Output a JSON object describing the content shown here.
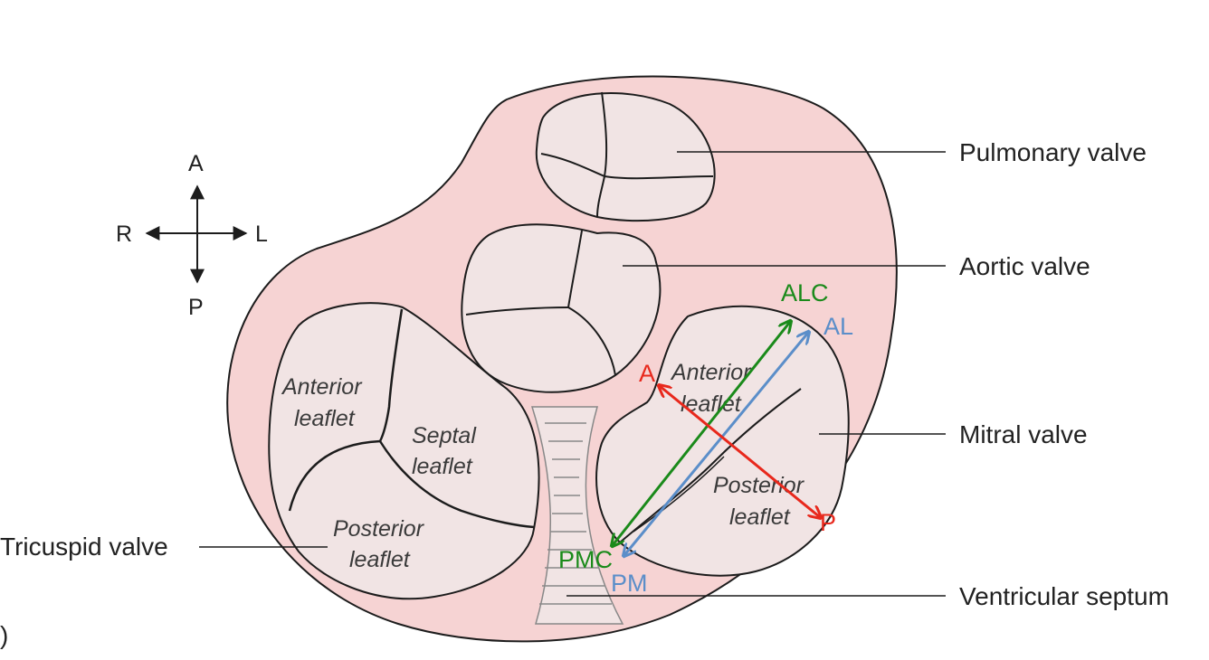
{
  "compass": {
    "anterior": "A",
    "right": "R",
    "left": "L",
    "posterior": "P"
  },
  "labels": {
    "pulmonary": "Pulmonary valve",
    "aortic": "Aortic valve",
    "mitral": "Mitral valve",
    "tricuspid": "Tricuspid valve",
    "septum": "Ventricular septum",
    "paren": ")"
  },
  "tricuspid_leaflets": {
    "anterior": [
      "Anterior",
      "leaflet"
    ],
    "septal": [
      "Septal",
      "leaflet"
    ],
    "posterior": [
      "Posterior",
      "leaflet"
    ]
  },
  "mitral_leaflets": {
    "anterior": [
      "Anterior",
      "leaflet"
    ],
    "posterior": [
      "Posterior",
      "leaflet"
    ]
  },
  "axes": {
    "commissural": {
      "start": "ALC",
      "end": "PMC",
      "color": "#1a8a1a"
    },
    "papillary": {
      "start": "AL",
      "end": "PM",
      "color": "#5b8ec9"
    },
    "anteroposterior": {
      "start": "A",
      "end": "P",
      "color": "#e8281c"
    }
  },
  "colors": {
    "heart_fill": "#f6d3d3",
    "valve_fill": "#f1e4e4",
    "outline": "#1c1c1c"
  }
}
